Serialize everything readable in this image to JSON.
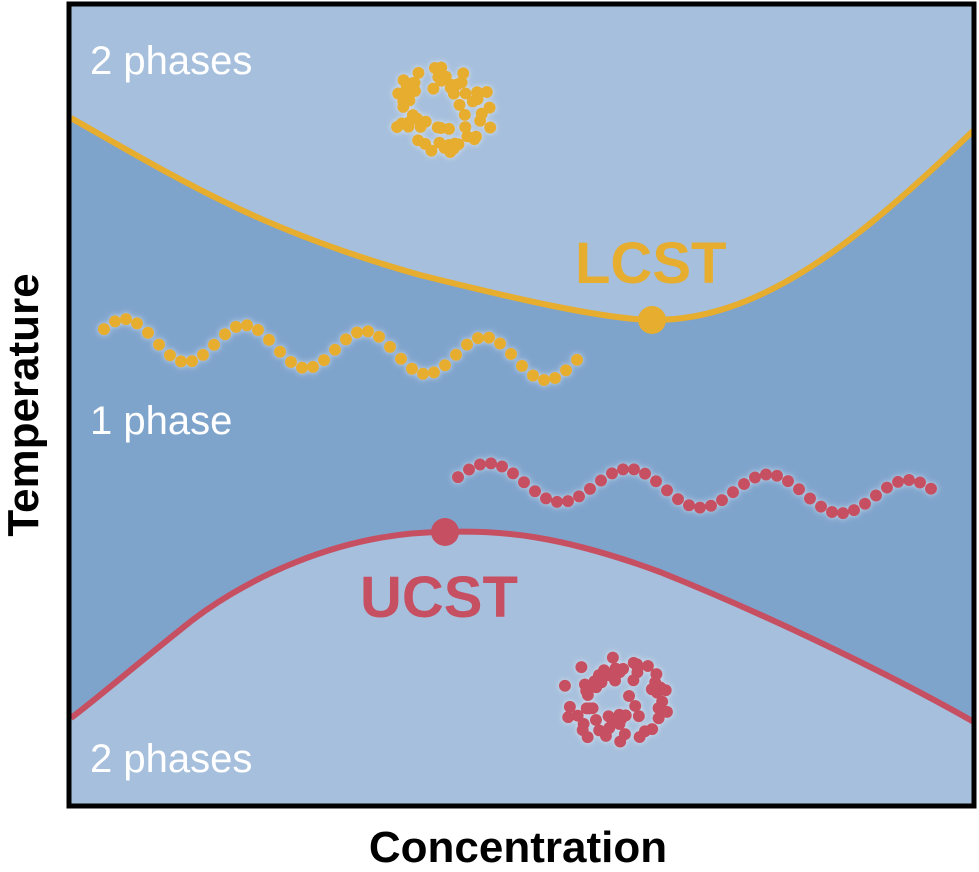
{
  "diagram": {
    "xlabel": "Concentration",
    "ylabel": "Temperature",
    "regions": {
      "top": "2 phases",
      "middle": "1 phase",
      "bottom": "2 phases"
    },
    "points": {
      "lcst": "LCST",
      "ucst": "UCST"
    }
  },
  "colors": {
    "outer_region": "#a6bfdc",
    "middle_region": "#7fa4cc",
    "lcst": "#e6ad2e",
    "ucst": "#c64f62",
    "frame": "#000000"
  },
  "icons": [
    "coiled-chain-icon",
    "extended-chain-icon"
  ]
}
